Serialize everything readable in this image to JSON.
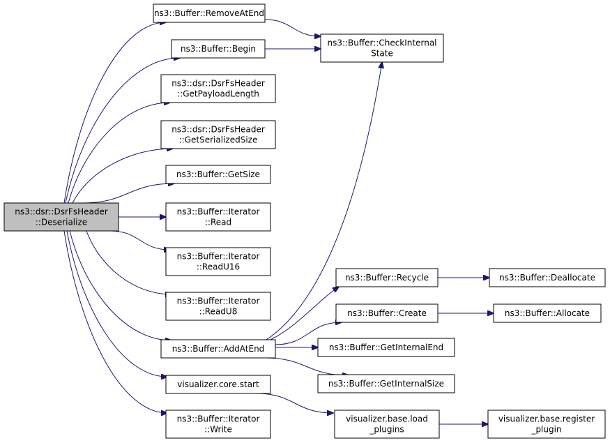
{
  "graph": {
    "root": "n_deserialize",
    "edge_color": "#191970",
    "root_fill": "#bfbfbf",
    "node_fill": "#ffffff",
    "nodes": [
      {
        "id": "n_deserialize",
        "lines": [
          "ns3::dsr::DsrFsHeader",
          "::Deserialize"
        ]
      },
      {
        "id": "n_removeatend",
        "lines": [
          "ns3::Buffer::RemoveAtEnd"
        ]
      },
      {
        "id": "n_begin",
        "lines": [
          "ns3::Buffer::Begin"
        ]
      },
      {
        "id": "n_getpayloadlength",
        "lines": [
          "ns3::dsr::DsrFsHeader",
          "::GetPayloadLength"
        ]
      },
      {
        "id": "n_getserializedsize",
        "lines": [
          "ns3::dsr::DsrFsHeader",
          "::GetSerializedSize"
        ]
      },
      {
        "id": "n_getsize",
        "lines": [
          "ns3::Buffer::GetSize"
        ]
      },
      {
        "id": "n_read",
        "lines": [
          "ns3::Buffer::Iterator",
          "::Read"
        ]
      },
      {
        "id": "n_readu16",
        "lines": [
          "ns3::Buffer::Iterator",
          "::ReadU16"
        ]
      },
      {
        "id": "n_readu8",
        "lines": [
          "ns3::Buffer::Iterator",
          "::ReadU8"
        ]
      },
      {
        "id": "n_addatend",
        "lines": [
          "ns3::Buffer::AddAtEnd"
        ]
      },
      {
        "id": "n_vizstart",
        "lines": [
          "visualizer.core.start"
        ]
      },
      {
        "id": "n_write",
        "lines": [
          "ns3::Buffer::Iterator",
          "::Write"
        ]
      },
      {
        "id": "n_checkinternal",
        "lines": [
          "ns3::Buffer::CheckInternal",
          "State"
        ]
      },
      {
        "id": "n_recycle",
        "lines": [
          "ns3::Buffer::Recycle"
        ]
      },
      {
        "id": "n_create",
        "lines": [
          "ns3::Buffer::Create"
        ]
      },
      {
        "id": "n_getinternalend",
        "lines": [
          "ns3::Buffer::GetInternalEnd"
        ]
      },
      {
        "id": "n_getinternalsize",
        "lines": [
          "ns3::Buffer::GetInternalSize"
        ]
      },
      {
        "id": "n_loadplugins",
        "lines": [
          "visualizer.base.load",
          "_plugins"
        ]
      },
      {
        "id": "n_deallocate",
        "lines": [
          "ns3::Buffer::Deallocate"
        ]
      },
      {
        "id": "n_allocate",
        "lines": [
          "ns3::Buffer::Allocate"
        ]
      },
      {
        "id": "n_registerplugin",
        "lines": [
          "visualizer.base.register",
          "_plugin"
        ]
      }
    ],
    "edges": [
      {
        "from": "n_deserialize",
        "to": "n_removeatend"
      },
      {
        "from": "n_deserialize",
        "to": "n_begin"
      },
      {
        "from": "n_deserialize",
        "to": "n_getpayloadlength"
      },
      {
        "from": "n_deserialize",
        "to": "n_getserializedsize"
      },
      {
        "from": "n_deserialize",
        "to": "n_getsize"
      },
      {
        "from": "n_deserialize",
        "to": "n_read"
      },
      {
        "from": "n_deserialize",
        "to": "n_readu16"
      },
      {
        "from": "n_deserialize",
        "to": "n_readu8"
      },
      {
        "from": "n_deserialize",
        "to": "n_addatend"
      },
      {
        "from": "n_deserialize",
        "to": "n_vizstart"
      },
      {
        "from": "n_deserialize",
        "to": "n_write"
      },
      {
        "from": "n_removeatend",
        "to": "n_checkinternal"
      },
      {
        "from": "n_begin",
        "to": "n_checkinternal"
      },
      {
        "from": "n_addatend",
        "to": "n_checkinternal"
      },
      {
        "from": "n_addatend",
        "to": "n_recycle"
      },
      {
        "from": "n_addatend",
        "to": "n_create"
      },
      {
        "from": "n_addatend",
        "to": "n_getinternalend"
      },
      {
        "from": "n_addatend",
        "to": "n_getinternalsize"
      },
      {
        "from": "n_recycle",
        "to": "n_deallocate"
      },
      {
        "from": "n_create",
        "to": "n_allocate"
      },
      {
        "from": "n_vizstart",
        "to": "n_loadplugins"
      },
      {
        "from": "n_loadplugins",
        "to": "n_registerplugin"
      }
    ]
  }
}
